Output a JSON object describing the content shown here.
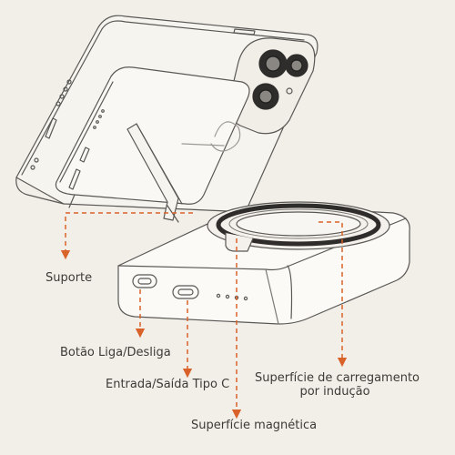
{
  "callouts": {
    "stand": "Suporte",
    "power_button": "Botão Liga/Desliga",
    "usb_c_port": "Entrada/Saída Tipo C",
    "magnetic_surface": "Superfície magnética",
    "induction_surface_line1": "Superfície de carregamento",
    "induction_surface_line2": "por indução"
  },
  "colors": {
    "line_art": "#5a5855",
    "leader_line": "#d9622a",
    "background": "#f2efe9",
    "label_text": "#3c3a36"
  },
  "icons": [
    "magsafe-ring-icon",
    "camera-lens-icon",
    "usb-c-port-icon",
    "power-button-icon",
    "led-indicator-icon"
  ]
}
